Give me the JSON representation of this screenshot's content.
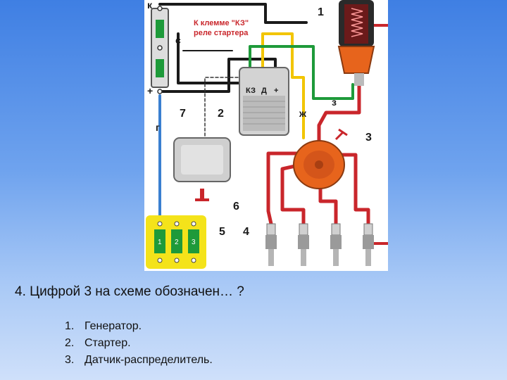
{
  "diagram": {
    "callout": {
      "line1": "К клемме \"КЗ\"",
      "line2": "реле стартера"
    },
    "terminals": {
      "k": "к",
      "c": "с",
      "plus": "+",
      "g": "г",
      "z": "з",
      "zh": "ж"
    },
    "regulator_terminals": {
      "kz": "КЗ",
      "d": "Д",
      "plus": "+"
    },
    "numbers": {
      "n1": "1",
      "n2": "2",
      "n3": "3",
      "n4": "4",
      "n5": "5",
      "n6": "6",
      "n7": "7"
    },
    "fuses": [
      "1",
      "2",
      "3"
    ],
    "colors": {
      "black": "#1a1a1a",
      "red": "#c9262b",
      "green": "#1e9a3a",
      "yellow": "#f2c500",
      "blue": "#3a7fd0",
      "fuse_box": "#f4e31a"
    }
  },
  "question": "4. Цифрой 3 на схеме обозначен… ?",
  "answers": [
    {
      "num": "1.",
      "text": "Генератор."
    },
    {
      "num": "2.",
      "text": "Стартер."
    },
    {
      "num": "3.",
      "text": "Датчик-распределитель."
    }
  ]
}
